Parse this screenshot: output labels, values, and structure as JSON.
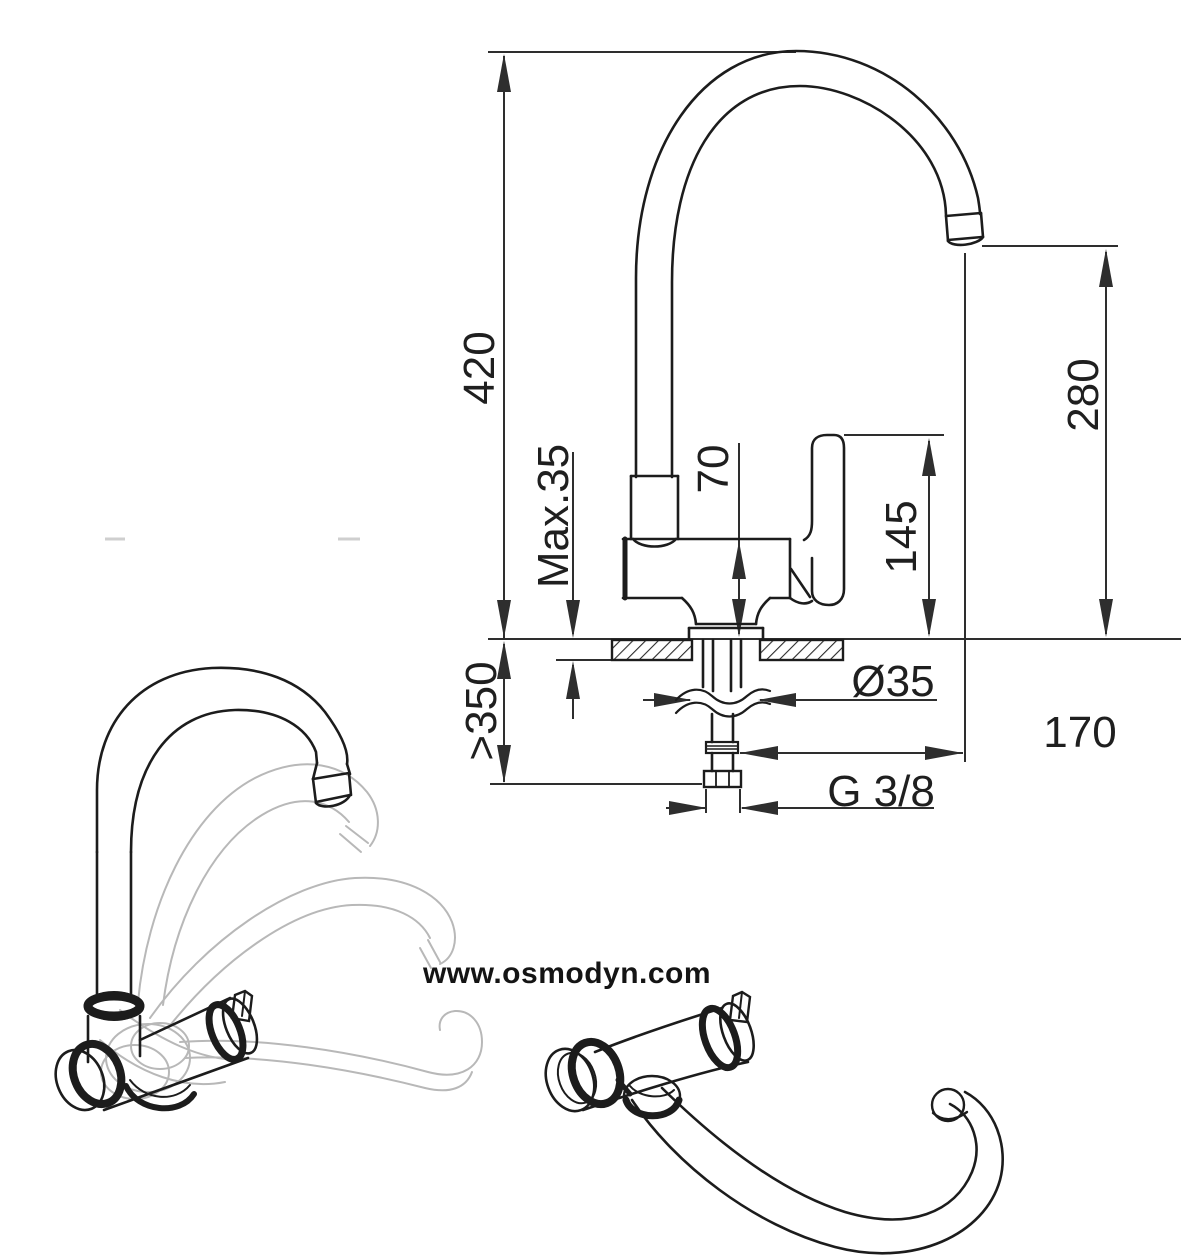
{
  "page": {
    "title": "Fold-down kitchen mixer tap technical drawing",
    "background": "#ffffff"
  },
  "watermark": {
    "text": "www.osmodyn.com",
    "color": "#141414"
  },
  "drawing": {
    "line_color": "#262626",
    "ghost_color": "#b8b8b8",
    "labels": {
      "total_height": "420",
      "spout_outlet_height": "280",
      "body_height": "70",
      "handle_height": "145",
      "max_counter_thickness": "Max.35",
      "min_hose_length": ">350",
      "hole_diameter": "Ø35",
      "spout_reach": "170",
      "thread_size": "G 3/8"
    }
  }
}
